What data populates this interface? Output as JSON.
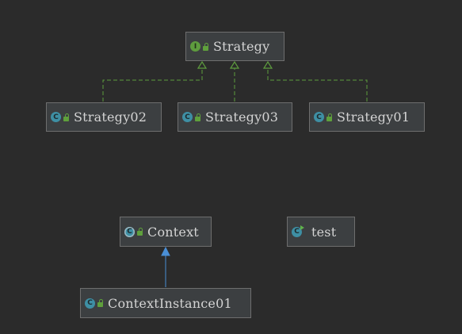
{
  "diagram": {
    "nodes": {
      "strategy": {
        "label": "Strategy",
        "kind": "interface",
        "icon": "interface-icon"
      },
      "strategy02": {
        "label": "Strategy02",
        "kind": "class",
        "icon": "class-icon"
      },
      "strategy03": {
        "label": "Strategy03",
        "kind": "class",
        "icon": "class-icon"
      },
      "strategy01": {
        "label": "Strategy01",
        "kind": "class",
        "icon": "class-icon"
      },
      "context": {
        "label": "Context",
        "kind": "abstract-class",
        "icon": "abstract-class-icon"
      },
      "test": {
        "label": "test",
        "kind": "runnable-class",
        "icon": "runnable-class-icon"
      },
      "contextInstance01": {
        "label": "ContextInstance01",
        "kind": "class",
        "icon": "class-icon"
      }
    },
    "badges": {
      "class": "C",
      "interface": "I",
      "abstract": "C",
      "runnable": "C"
    },
    "edges": [
      {
        "from": "strategy02",
        "to": "strategy",
        "type": "realization",
        "color": "#5e9c3e"
      },
      {
        "from": "strategy03",
        "to": "strategy",
        "type": "realization",
        "color": "#5e9c3e"
      },
      {
        "from": "strategy01",
        "to": "strategy",
        "type": "realization",
        "color": "#5e9c3e"
      },
      {
        "from": "contextInstance01",
        "to": "context",
        "type": "generalization",
        "color": "#4a8fd6"
      }
    ],
    "colors": {
      "background": "#2b2b2b",
      "node_fill": "#3c3f41",
      "node_border": "#6e6e6e",
      "text": "#d4d4d4",
      "realization": "#5e9c3e",
      "generalization": "#4a8fd6"
    }
  }
}
